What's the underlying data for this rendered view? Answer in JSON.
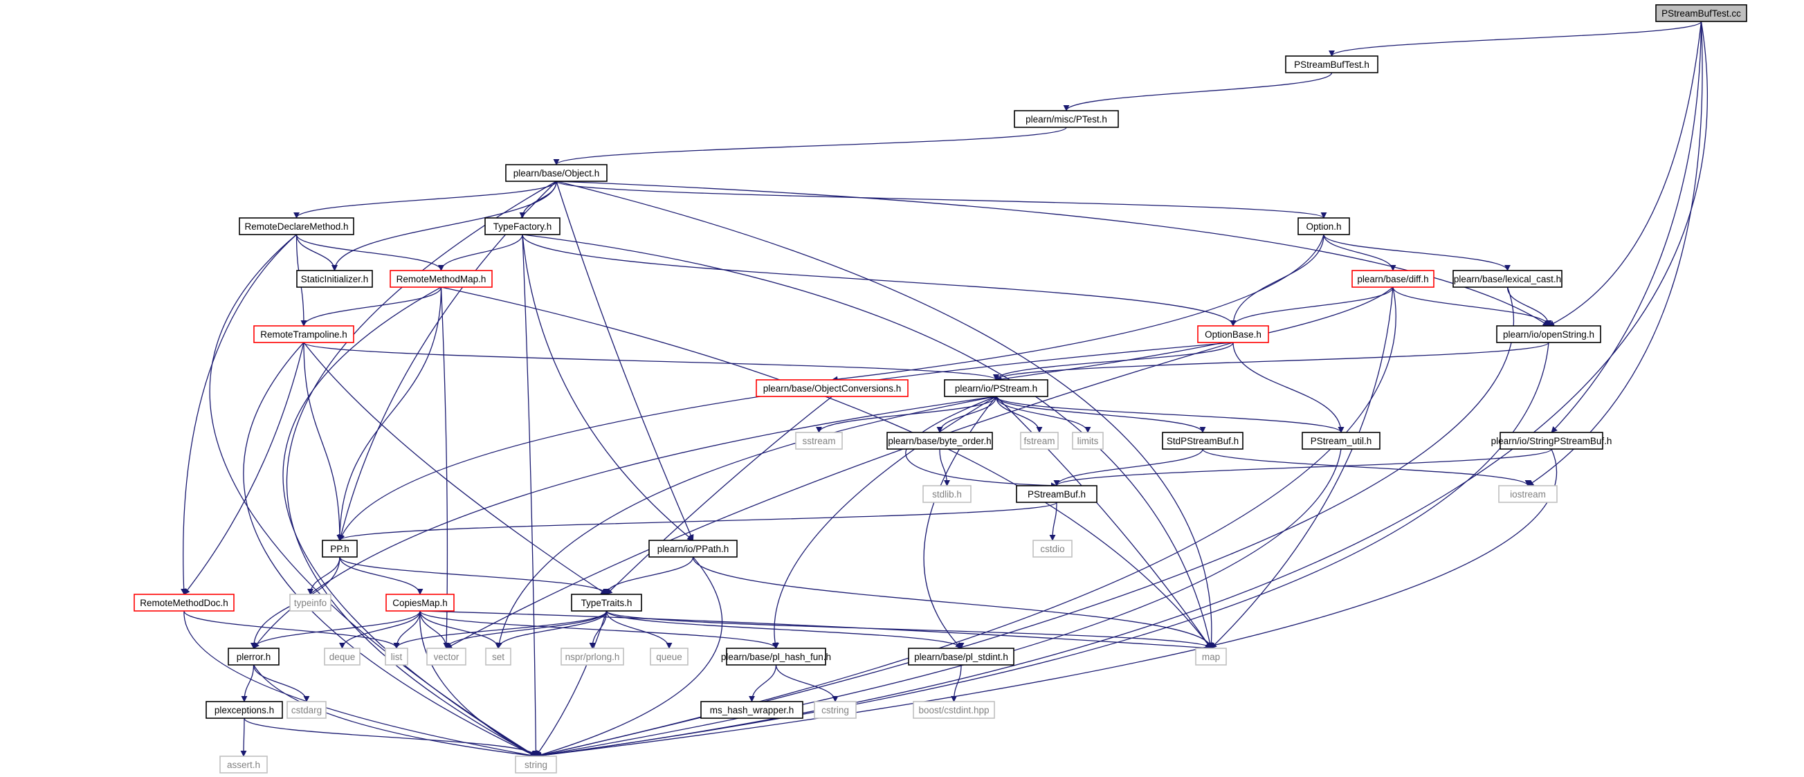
{
  "colors": {
    "edge": "#191970",
    "node_border": "#000000",
    "node_text": "#000000",
    "root_fill": "#bfbfbf",
    "truncated_border": "#ff0000",
    "system_border": "#bfbfbf",
    "system_text": "#808080"
  },
  "nodes": {
    "n0": "PStreamBufTest.cc",
    "n1": "PStreamBufTest.h",
    "n2": "plearn/misc/PTest.h",
    "n3": "plearn/base/Object.h",
    "n4": "RemoteDeclareMethod.h",
    "n5": "TypeFactory.h",
    "n6": "Option.h",
    "n7": "StaticInitializer.h",
    "n8": "RemoteMethodMap.h",
    "n9": "plearn/base/diff.h",
    "n10": "plearn/base/lexical_cast.h",
    "n11": "RemoteTrampoline.h",
    "n12": "OptionBase.h",
    "n13": "plearn/io/openString.h",
    "n14": "plearn/base/ObjectConversions.h",
    "n15": "plearn/io/PStream.h",
    "n16": "sstream",
    "n17": "plearn/base/byte_order.h",
    "n18": "fstream",
    "n19": "limits",
    "n20": "StdPStreamBuf.h",
    "n21": "PStream_util.h",
    "n22": "plearn/io/StringPStreamBuf.h",
    "n23": "stdlib.h",
    "n24": "PStreamBuf.h",
    "n25": "iostream",
    "n26": "cstdio",
    "n27": "PP.h",
    "n28": "plearn/io/PPath.h",
    "n29": "typeinfo",
    "n30": "RemoteMethodDoc.h",
    "n31": "CopiesMap.h",
    "n32": "TypeTraits.h",
    "n33": "plerror.h",
    "n34": "deque",
    "n35": "list",
    "n36": "vector",
    "n37": "set",
    "n38": "nspr/prlong.h",
    "n39": "queue",
    "n40": "plearn/base/pl_hash_fun.h",
    "n41": "plearn/base/pl_stdint.h",
    "n42": "map",
    "n43": "plexceptions.h",
    "n44": "cstdarg",
    "n45": "ms_hash_wrapper.h",
    "n46": "cstring",
    "n47": "boost/cstdint.hpp",
    "n48": "assert.h",
    "n49": "string"
  }
}
